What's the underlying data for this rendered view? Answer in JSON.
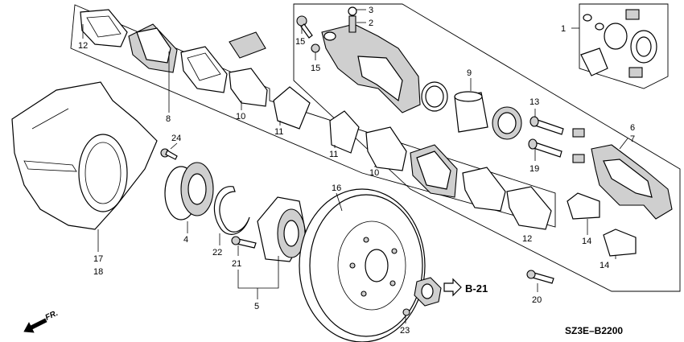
{
  "diagram_code": "SZ3E–B2200",
  "reference": "B-21",
  "direction": "FR.",
  "callouts": {
    "c1": "1",
    "c2": "2",
    "c3": "3",
    "c4": "4",
    "c5": "5",
    "c6": "6",
    "c7": "7",
    "c8": "8",
    "c9": "9",
    "c10a": "10",
    "c10b": "10",
    "c11a": "11",
    "c11b": "11",
    "c12a": "12",
    "c12b": "12",
    "c13": "13",
    "c14a": "14",
    "c14b": "14",
    "c15a": "15",
    "c15b": "15",
    "c16": "16",
    "c17": "17",
    "c18": "18",
    "c19": "19",
    "c20": "20",
    "c21": "21",
    "c22": "22",
    "c23": "23",
    "c24": "24"
  },
  "icons": {
    "direction": "arrow-down-left-icon",
    "reference": "hollow-arrow-right-icon"
  }
}
